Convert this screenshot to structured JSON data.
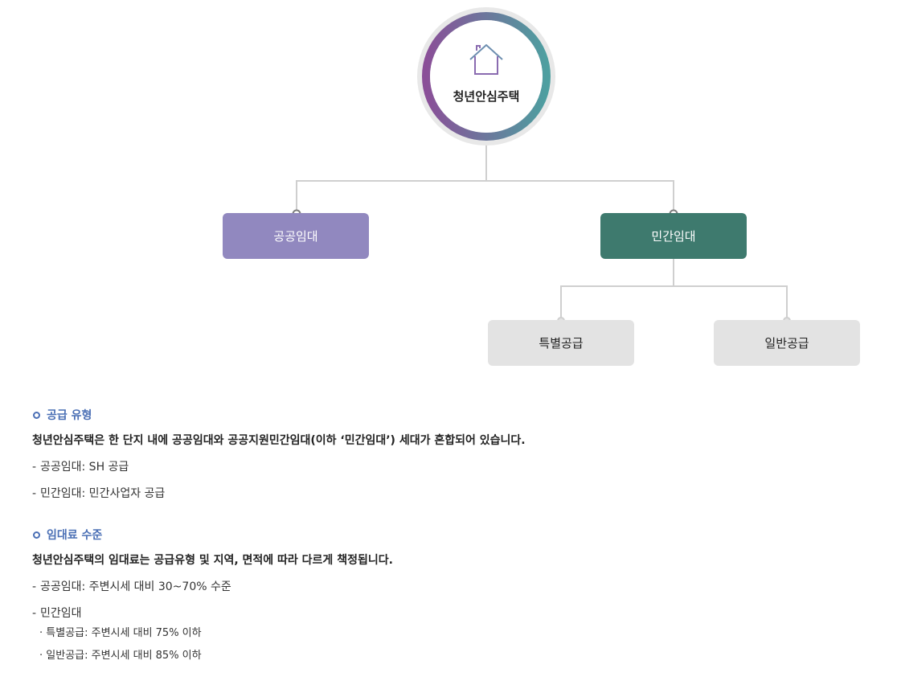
{
  "diagram": {
    "root": {
      "label": "청년안심주택",
      "icon": "house-icon"
    },
    "public_label": "공공임대",
    "private_label": "민간임대",
    "special_label": "특별공급",
    "general_label": "일반공급",
    "colors": {
      "ring_start": "#8a4f98",
      "ring_end": "#4e9fa0",
      "public": "#9188bf",
      "private": "#3e7a6e",
      "sub": "#e3e3e3",
      "line": "#cfcfcf"
    }
  },
  "supply_type": {
    "heading": "공급 유형",
    "description": "청년안심주택은 한 단지 내에 공공임대와 공공지원민간임대(이하 ‘민간임대’) 세대가 혼합되어 있습니다.",
    "items": [
      "공공임대: SH 공급",
      "민간임대: 민간사업자 공급"
    ]
  },
  "rent_level": {
    "heading": "임대료 수준",
    "description": "청년안심주택의 임대료는 공급유형 및 지역, 면적에 따라 다르게 책정됩니다.",
    "items": [
      "공공임대: 주변시세 대비 30~70% 수준",
      "민간임대"
    ],
    "sub_items": [
      "특별공급: 주변시세 대비 75% 이하",
      "일반공급: 주변시세 대비 85% 이하"
    ]
  },
  "markers": {
    "dash": "-",
    "dot": "·"
  }
}
